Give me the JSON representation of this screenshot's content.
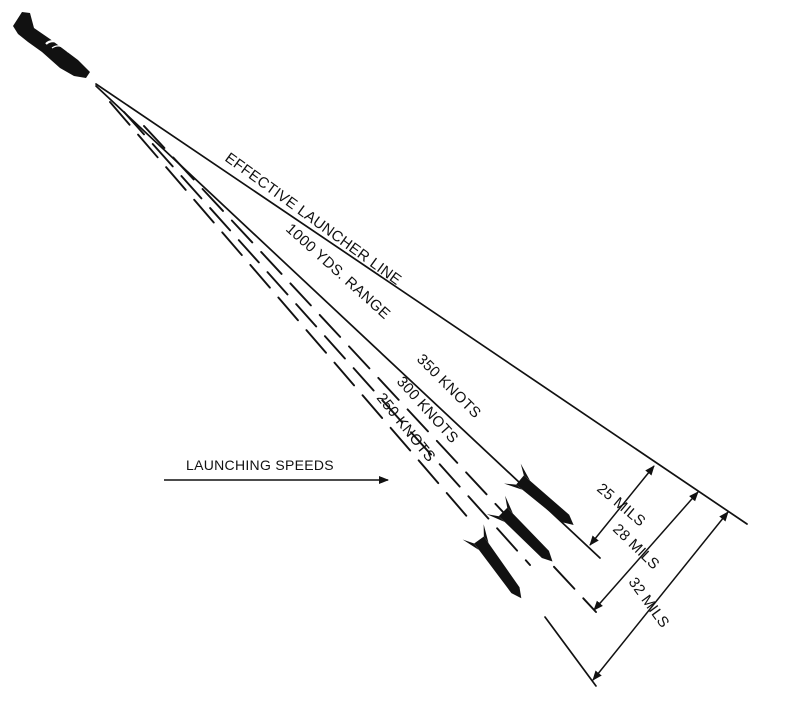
{
  "labels": {
    "effective_launcher_line": "EFFECTIVE LAUNCHER LINE",
    "range": "1000 YDS. RANGE",
    "speed_350": "350 KNOTS",
    "speed_300": "300 KNOTS",
    "speed_250": "250 KNOTS",
    "launching_speeds": "LAUNCHING SPEEDS",
    "mils_25": "25 MILS",
    "mils_28": "28 MILS",
    "mils_32": "32 MILS"
  },
  "colors": {
    "ink": "#111111",
    "background": "#ffffff"
  },
  "icons": [
    "aircraft-icon",
    "rocket-icon",
    "arrow-right-icon"
  ]
}
